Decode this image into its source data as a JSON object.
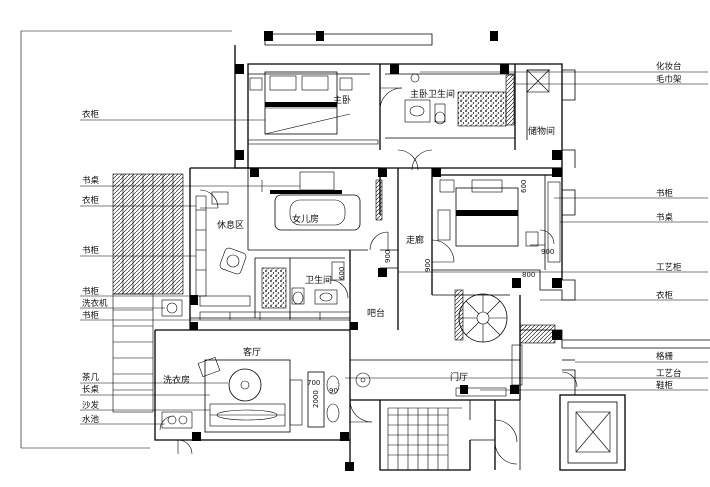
{
  "rooms": {
    "master_bedroom": "主卧",
    "master_bath": "主卧卫生间",
    "storage": "储物间",
    "daughter_room": "女儿房",
    "lounge": "休息区",
    "bathroom": "卫生间",
    "bar": "吧台",
    "corridor": "走廊",
    "living_room": "客厅",
    "laundry_room": "洗衣房",
    "foyer": "门厅"
  },
  "callouts_left": [
    "衣柜",
    "书桌",
    "衣柜",
    "书柜",
    "书柜",
    "洗衣机",
    "书柜",
    "茶几",
    "长桌",
    "沙发",
    "水池"
  ],
  "callouts_right": [
    "化妆台",
    "毛巾架",
    "书柜",
    "书桌",
    "工艺柜",
    "衣柜",
    "格栅",
    "工艺台",
    "鞋柜"
  ],
  "dimensions": {
    "d600_bath": "600",
    "d900_corr": "900",
    "d900_left": "900",
    "d600_room": "600",
    "d900_room": "900",
    "d800": "800",
    "d700": "700",
    "d2000": "2000",
    "d90": "90"
  }
}
